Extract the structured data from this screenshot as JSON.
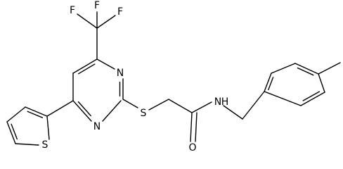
{
  "structure": {
    "atoms": {
      "f1": "F",
      "f2": "F",
      "f3": "F",
      "n_pyrimidine_top": "N",
      "n_pyrimidine_bottom": "N",
      "s_thiophene": "S",
      "s_thioether": "S",
      "o_carbonyl": "O",
      "nh_amide": "N",
      "h_amide": "H"
    }
  },
  "colors": {
    "bond": "#000000",
    "label": "#000000",
    "background": "#ffffff"
  }
}
